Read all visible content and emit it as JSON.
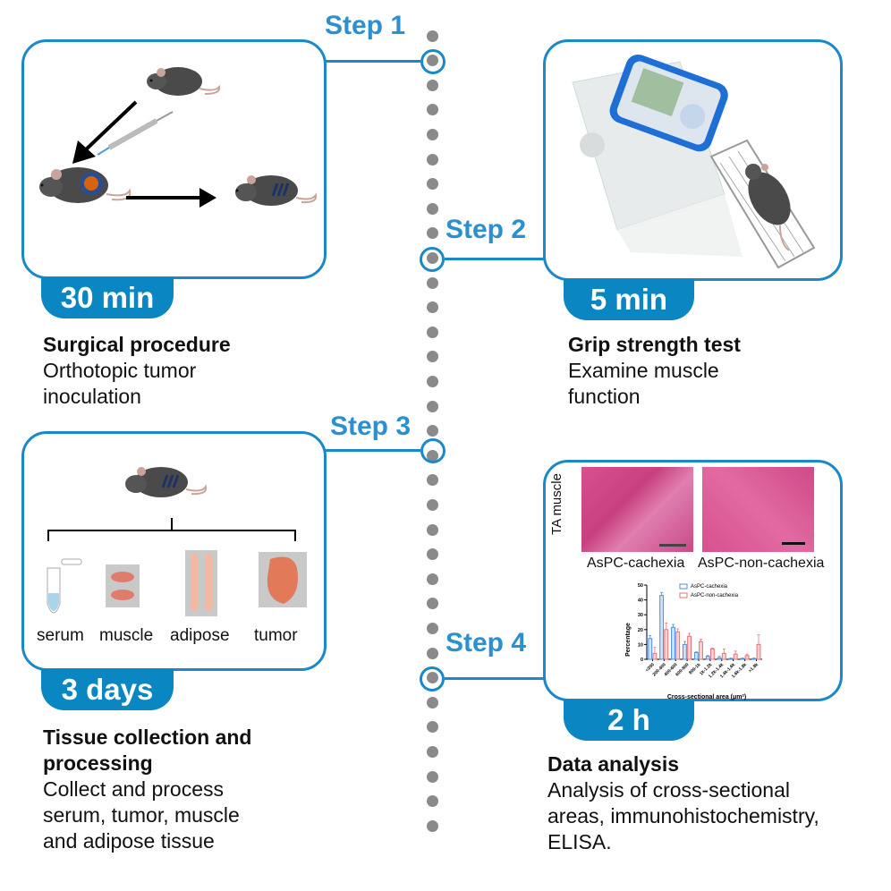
{
  "colors": {
    "accent": "#1a88c9",
    "badge": "#0a86c2",
    "step_text": "#2b8fd0",
    "timeline_dot": "#8a8a8a",
    "series_cachexia": "#4a90e2",
    "series_non_cachexia": "#e8737a"
  },
  "steps": [
    {
      "label": "Step 1",
      "duration": "30 min",
      "title": "Surgical procedure",
      "description_lines": [
        "Orthotopic tumor",
        "inoculation"
      ],
      "illustration": "mouse-injection-suture"
    },
    {
      "label": "Step 2",
      "duration": "5 min",
      "title": "Grip strength test",
      "description_lines": [
        "Examine muscle",
        "function"
      ],
      "illustration": "grip-strength-meter"
    },
    {
      "label": "Step 3",
      "duration": "3 days",
      "title_lines": [
        "Tissue collection and",
        "processing"
      ],
      "description_lines": [
        "Collect and process",
        "serum, tumor, muscle",
        "and adipose tissue"
      ],
      "tissues": [
        "serum",
        "muscle",
        "adipose",
        "tumor"
      ]
    },
    {
      "label": "Step 4",
      "duration": "2 h",
      "title": "Data analysis",
      "description_lines": [
        "Analysis of cross-sectional",
        "areas, immunohistochemistry,",
        "ELISA."
      ],
      "histology": {
        "row_label": "TA muscle",
        "panels": [
          "AsPC-cachexia",
          "AsPC-non-cachexia"
        ]
      }
    }
  ],
  "chart_data": {
    "type": "bar",
    "title": "",
    "xlabel": "Cross-sectional area (μm²)",
    "ylabel": "Percentage",
    "ylim": [
      0,
      50
    ],
    "yticks": [
      0,
      10,
      20,
      30,
      40,
      50
    ],
    "grid": false,
    "legend": "top-right",
    "categories": [
      "<200",
      "200-400",
      "400-600",
      "600-800",
      "800-1k",
      "1k-1.2k",
      "1.2k-1.4k",
      "1.4k-1.6k",
      "1.6k-1.8k",
      ">1.8k"
    ],
    "series": [
      {
        "name": "AsPC-cachexia",
        "values": [
          14,
          43,
          21.5,
          10,
          4.5,
          2,
          1,
          0.5,
          0.5,
          0.5
        ],
        "errors": [
          2,
          2,
          2,
          2,
          0.5,
          0.5,
          1,
          0.3,
          0.3,
          0.3
        ]
      },
      {
        "name": "AsPC-non-cachexia",
        "values": [
          4,
          20,
          18.5,
          15.5,
          12,
          7,
          4,
          3.5,
          2.5,
          10
        ],
        "errors": [
          4,
          4.5,
          2,
          2,
          1.5,
          0.5,
          3,
          2,
          1,
          6.5
        ]
      }
    ]
  }
}
